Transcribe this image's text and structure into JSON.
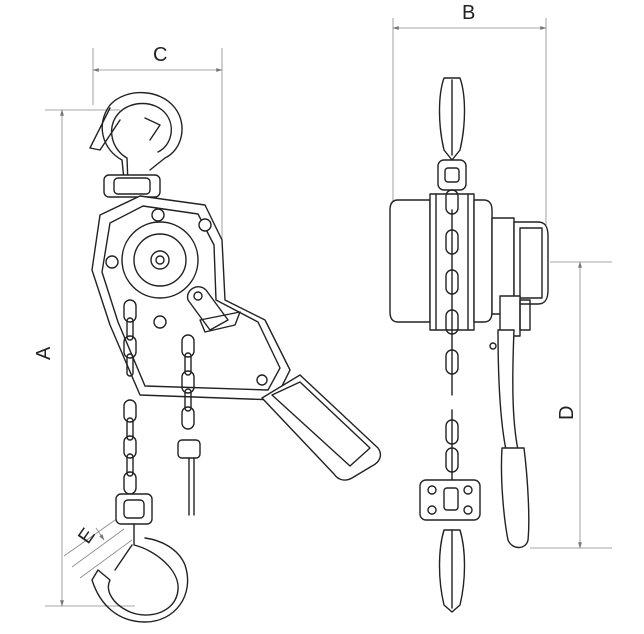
{
  "dimension_labels": {
    "A": "A",
    "B": "B",
    "C": "C",
    "D": "D",
    "E": "E"
  }
}
